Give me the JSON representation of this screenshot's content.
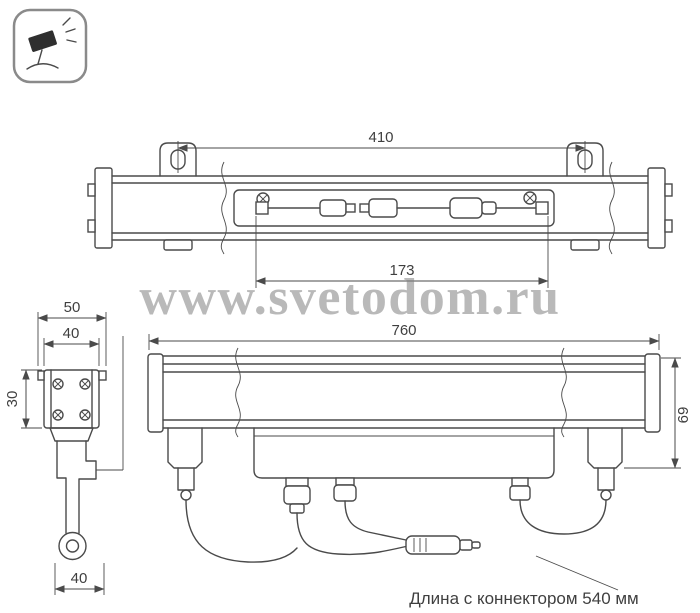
{
  "colors": {
    "line": "#4a4a4a",
    "watermark": "#808080",
    "background": "#ffffff",
    "icon_border": "#8a8a8a"
  },
  "watermark": {
    "text": "www.svetodom.ru"
  },
  "corner_icon": {
    "meaning": "floodlight-projector"
  },
  "top_view": {
    "dim_overall": "410",
    "dim_connectors": "173"
  },
  "end_view": {
    "dim_width_outer": "50",
    "dim_width_inner": "40",
    "dim_height": "30",
    "dim_hook": "40"
  },
  "side_view": {
    "dim_length": "760",
    "dim_height": "69",
    "note": "Длина с коннектором 540 мм"
  }
}
